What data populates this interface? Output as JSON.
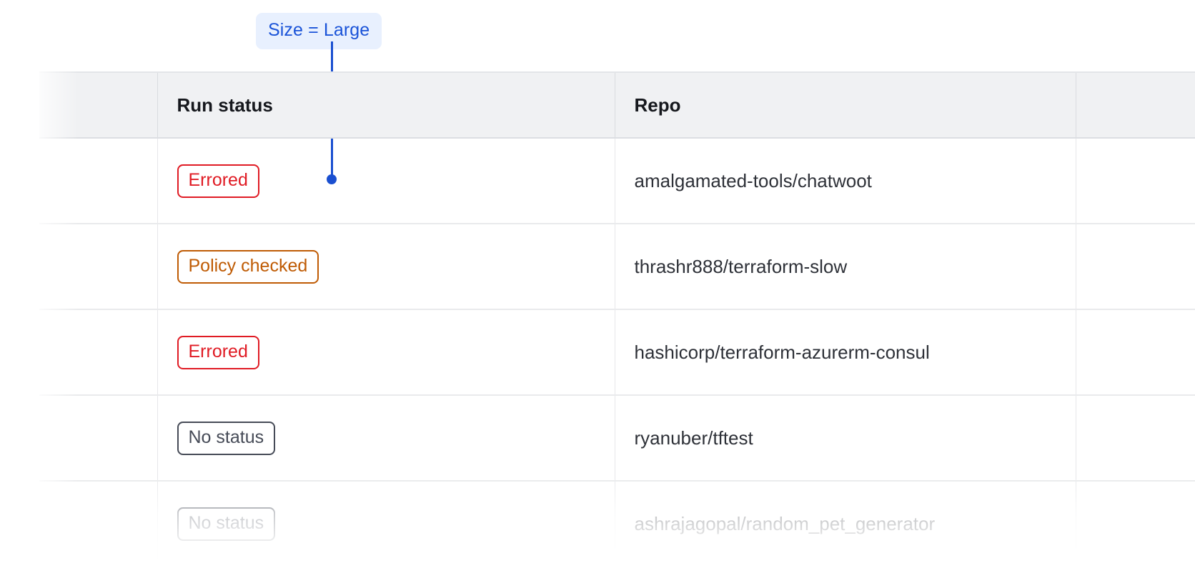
{
  "annotation": {
    "label": "Size = Large",
    "badge_bg": "#e8f0fe",
    "badge_fg": "#1a53d8",
    "line_color": "#1a4fd0"
  },
  "table": {
    "columns": [
      {
        "key": "spacer",
        "label": ""
      },
      {
        "key": "run_status",
        "label": "Run status"
      },
      {
        "key": "repo",
        "label": "Repo"
      },
      {
        "key": "tail",
        "label": ""
      }
    ],
    "header_bg": "#f0f1f3",
    "rows": [
      {
        "run_status": "Errored",
        "status_kind": "errored",
        "repo": "amalgamated-tools/chatwoot"
      },
      {
        "run_status": "Policy checked",
        "status_kind": "policy-checked",
        "repo": "thrashr888/terraform-slow"
      },
      {
        "run_status": "Errored",
        "status_kind": "errored",
        "repo": "hashicorp/terraform-azurerm-consul"
      },
      {
        "run_status": "No status",
        "status_kind": "no-status",
        "repo": "ryanuber/tftest"
      },
      {
        "run_status": "No status",
        "status_kind": "no-status",
        "repo": "ashrajagopal/random_pet_generator"
      }
    ]
  },
  "status_colors": {
    "errored": "#e01b24",
    "policy-checked": "#bf5b04",
    "no-status": "#464b57"
  }
}
